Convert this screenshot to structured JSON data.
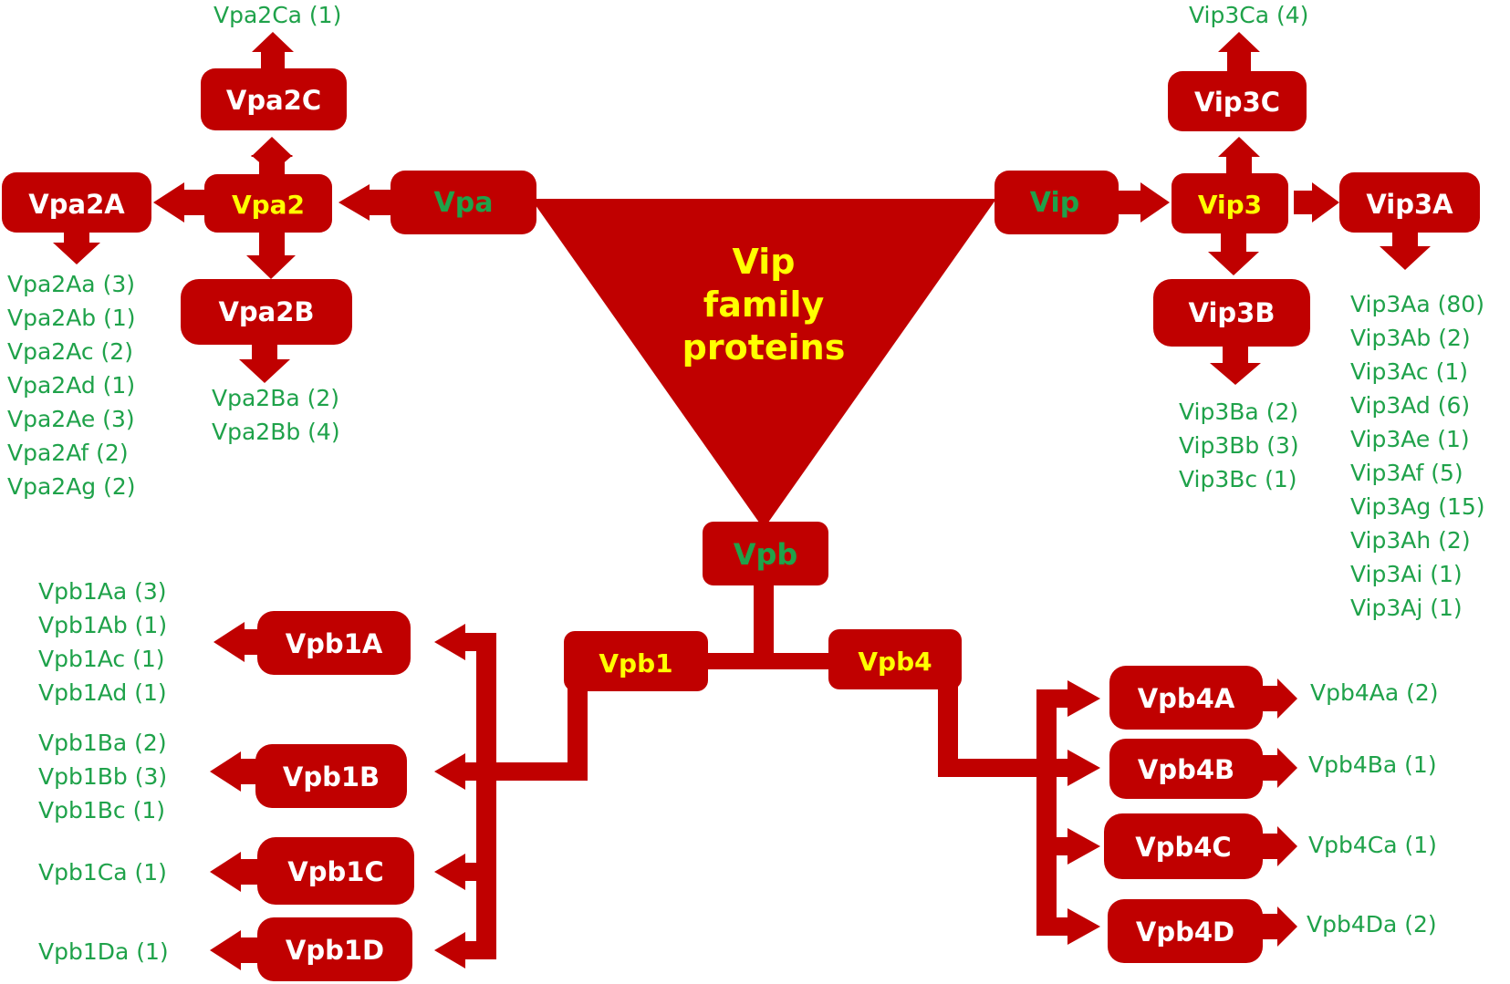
{
  "colors": {
    "box": "#c00000",
    "white_label": "#ffffff",
    "yellow_label": "#ffff00",
    "green_label": "#1fa24a",
    "sub_text": "#1fa24a"
  },
  "center": {
    "lines": [
      "Vip",
      "family",
      "proteins"
    ]
  },
  "nodes": {
    "vpa": "Vpa",
    "vip": "Vip",
    "vpb": "Vpb",
    "vpa2": "Vpa2",
    "vpa2a": "Vpa2A",
    "vpa2b": "Vpa2B",
    "vpa2c": "Vpa2C",
    "vip3": "Vip3",
    "vip3a": "Vip3A",
    "vip3b": "Vip3B",
    "vip3c": "Vip3C",
    "vpb1": "Vpb1",
    "vpb4": "Vpb4",
    "vpb1a": "Vpb1A",
    "vpb1b": "Vpb1B",
    "vpb1c": "Vpb1C",
    "vpb1d": "Vpb1D",
    "vpb4a": "Vpb4A",
    "vpb4b": "Vpb4B",
    "vpb4c": "Vpb4C",
    "vpb4d": "Vpb4D"
  },
  "subfamilies": {
    "vpa2c": [
      "Vpa2Ca (1)"
    ],
    "vpa2a": [
      "Vpa2Aa (3)",
      "Vpa2Ab (1)",
      "Vpa2Ac (2)",
      "Vpa2Ad (1)",
      "Vpa2Ae (3)",
      "Vpa2Af (2)",
      "Vpa2Ag (2)"
    ],
    "vpa2b": [
      "Vpa2Ba (2)",
      "Vpa2Bb (4)"
    ],
    "vip3c": [
      "Vip3Ca (4)"
    ],
    "vip3b": [
      "Vip3Ba (2)",
      "Vip3Bb (3)",
      "Vip3Bc (1)"
    ],
    "vip3a": [
      "Vip3Aa (80)",
      "Vip3Ab (2)",
      "Vip3Ac (1)",
      "Vip3Ad (6)",
      "Vip3Ae (1)",
      "Vip3Af (5)",
      "Vip3Ag (15)",
      "Vip3Ah (2)",
      "Vip3Ai (1)",
      "Vip3Aj (1)"
    ],
    "vpb1a": [
      "Vpb1Aa (3)",
      "Vpb1Ab (1)",
      "Vpb1Ac (1)",
      "Vpb1Ad (1)"
    ],
    "vpb1b": [
      "Vpb1Ba (2)",
      "Vpb1Bb (3)",
      "Vpb1Bc (1)"
    ],
    "vpb1c": [
      "Vpb1Ca (1)"
    ],
    "vpb1d": [
      "Vpb1Da (1)"
    ],
    "vpb4a": [
      "Vpb4Aa (2)"
    ],
    "vpb4b": [
      "Vpb4Ba (1)"
    ],
    "vpb4c": [
      "Vpb4Ca (1)"
    ],
    "vpb4d": [
      "Vpb4Da (2)"
    ]
  }
}
